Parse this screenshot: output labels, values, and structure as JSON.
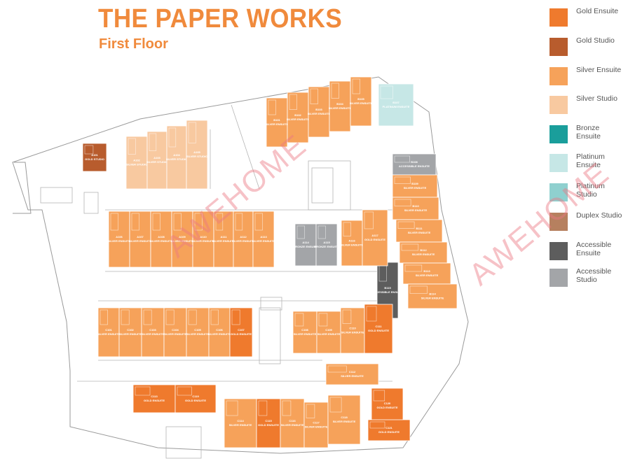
{
  "header": {
    "title": "THE PAPER WORKS",
    "subtitle": "First Floor"
  },
  "legend": [
    {
      "label": "Gold Ensuite",
      "color": "#ef7a2d"
    },
    {
      "label": "Gold Studio",
      "color": "#b85c2d"
    },
    {
      "label": "Silver Ensuite",
      "color": "#f6a25a"
    },
    {
      "label": "Silver Studio",
      "color": "#f8c9a0"
    },
    {
      "label": "Bronze Ensuite",
      "color": "#1a9e9b"
    },
    {
      "label": "Platinum Ensuite",
      "color": "#c6e7e6"
    },
    {
      "label": "Platinum Studio",
      "color": "#8fd0cf"
    },
    {
      "label": "Duplex Studio",
      "color": "#b6805f"
    },
    {
      "label": "Accessible Ensuite",
      "color": "#5d5d5d"
    },
    {
      "label": "Accessible Studio",
      "color": "#a3a5a8"
    }
  ],
  "watermarks": [
    "AWEHOME",
    "AWEHOME"
  ],
  "units": [
    {
      "id": "A101",
      "type": "GOLD STUDIO",
      "color": "#b85c2d"
    },
    {
      "id": "A102",
      "type": "SILVER STUDIO",
      "color": "#f8c9a0"
    },
    {
      "id": "A103",
      "type": "SILVER STUDIO",
      "color": "#f8c9a0"
    },
    {
      "id": "A104",
      "type": "SILVER STUDIO",
      "color": "#f8c9a0"
    },
    {
      "id": "A105",
      "type": "SILVER STUDIO",
      "color": "#f8c9a0"
    },
    {
      "id": "B101",
      "type": "SILVER ENSUITE",
      "color": "#f6a25a"
    },
    {
      "id": "B102",
      "type": "SILVER ENSUITE",
      "color": "#f6a25a"
    },
    {
      "id": "B103",
      "type": "SILVER ENSUITE",
      "color": "#f6a25a"
    },
    {
      "id": "B104",
      "type": "SILVER ENSUITE",
      "color": "#f6a25a"
    },
    {
      "id": "B105",
      "type": "SILVER ENSUITE",
      "color": "#f6a25a"
    },
    {
      "id": "B107",
      "type": "PLATINUM ENSUITE",
      "color": "#c6e7e6"
    },
    {
      "id": "B108",
      "type": "ACCESSIBLE ENSUITE",
      "color": "#a3a5a8"
    },
    {
      "id": "B109",
      "type": "SILVER ENSUITE",
      "color": "#f6a25a"
    },
    {
      "id": "B110",
      "type": "SILVER ENSUITE",
      "color": "#f6a25a"
    },
    {
      "id": "B111",
      "type": "SILVER ENSUITE",
      "color": "#f6a25a"
    },
    {
      "id": "B112",
      "type": "SILVER ENSUITE",
      "color": "#f6a25a"
    },
    {
      "id": "B113",
      "type": "SILVER ENSUITE",
      "color": "#f6a25a"
    },
    {
      "id": "B114",
      "type": "SILVER ENSUITE",
      "color": "#f6a25a"
    },
    {
      "id": "B115",
      "type": "ACCESSIBLE ENSUITE",
      "color": "#5d5d5d"
    },
    {
      "id": "A106",
      "type": "SILVER ENSUITE",
      "color": "#f6a25a"
    },
    {
      "id": "A107",
      "type": "SILVER ENSUITE",
      "color": "#f6a25a"
    },
    {
      "id": "A108",
      "type": "SILVER ENSUITE",
      "color": "#f6a25a"
    },
    {
      "id": "A109",
      "type": "SILVER ENSUITE",
      "color": "#f6a25a"
    },
    {
      "id": "A110",
      "type": "SILVER ENSUITE",
      "color": "#f6a25a"
    },
    {
      "id": "A111",
      "type": "SILVER ENSUITE",
      "color": "#f6a25a"
    },
    {
      "id": "A112",
      "type": "SILVER ENSUITE",
      "color": "#f6a25a"
    },
    {
      "id": "A113",
      "type": "SILVER ENSUITE",
      "color": "#f6a25a"
    },
    {
      "id": "A114",
      "type": "BRONZE ENSUITE",
      "color": "#a3a5a8"
    },
    {
      "id": "A115",
      "type": "BRONZE ENSUITE",
      "color": "#a3a5a8"
    },
    {
      "id": "A116",
      "type": "SILVER ENSUITE",
      "color": "#f6a25a"
    },
    {
      "id": "A117",
      "type": "GOLD ENSUITE",
      "color": "#f6a25a"
    },
    {
      "id": "C101",
      "type": "SILVER ENSUITE",
      "color": "#f6a25a"
    },
    {
      "id": "C102",
      "type": "SILVER ENSUITE",
      "color": "#f6a25a"
    },
    {
      "id": "C103",
      "type": "SILVER ENSUITE",
      "color": "#f6a25a"
    },
    {
      "id": "C104",
      "type": "SILVER ENSUITE",
      "color": "#f6a25a"
    },
    {
      "id": "C105",
      "type": "SILVER ENSUITE",
      "color": "#f6a25a"
    },
    {
      "id": "C106",
      "type": "SILVER ENSUITE",
      "color": "#f6a25a"
    },
    {
      "id": "C107",
      "type": "GOLD ENSUITE",
      "color": "#ef7a2d"
    },
    {
      "id": "C108",
      "type": "SILVER ENSUITE",
      "color": "#f6a25a"
    },
    {
      "id": "C109",
      "type": "SILVER ENSUITE",
      "color": "#f6a25a"
    },
    {
      "id": "C110",
      "type": "SILVER ENSUITE",
      "color": "#f6a25a"
    },
    {
      "id": "C111",
      "type": "GOLD ENSUITE",
      "color": "#ef7a2d"
    },
    {
      "id": "C112",
      "type": "SILVER ENSUITE",
      "color": "#f6a25a"
    },
    {
      "id": "C113",
      "type": "GOLD ENSUITE",
      "color": "#ef7a2d"
    },
    {
      "id": "C114",
      "type": "SILVER ENSUITE",
      "color": "#f6a25a"
    },
    {
      "id": "C115",
      "type": "GOLD ENSUITE",
      "color": "#ef7a2d"
    },
    {
      "id": "C116",
      "type": "SILVER ENSUITE",
      "color": "#f6a25a"
    },
    {
      "id": "C117",
      "type": "SILVER ENSUITE",
      "color": "#f6a25a"
    },
    {
      "id": "C118",
      "type": "SILVER ENSUITE",
      "color": "#f6a25a"
    },
    {
      "id": "C119",
      "type": "GOLD ENSUITE",
      "color": "#ef7a2d"
    },
    {
      "id": "C120",
      "type": "GOLD ENSUITE",
      "color": "#ef7a2d"
    },
    {
      "id": "C121",
      "type": "GOLD ENSUITE",
      "color": "#ef7a2d"
    }
  ]
}
